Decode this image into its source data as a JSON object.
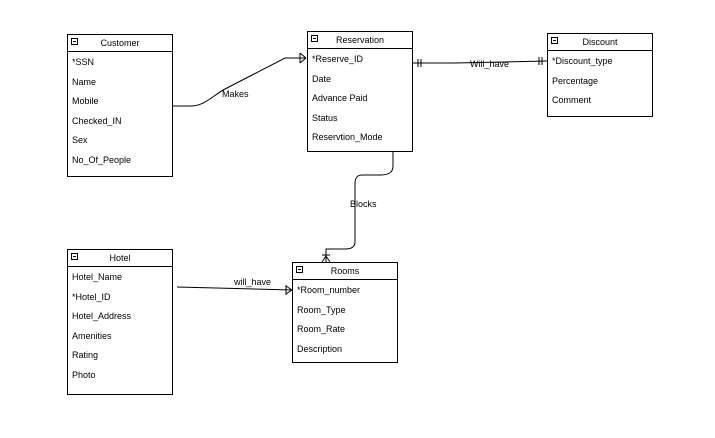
{
  "entities": {
    "customer": {
      "title": "Customer",
      "attributes": [
        "*SSN",
        "Name",
        "Mobile",
        "Checked_IN",
        "Sex",
        "No_Of_People"
      ]
    },
    "reservation": {
      "title": "Reservation",
      "attributes": [
        "*Reserve_ID",
        "Date",
        "Advance Paid",
        "Status",
        "Reservtion_Mode"
      ]
    },
    "discount": {
      "title": "Discount",
      "attributes": [
        "*Discount_type",
        "Percentage",
        "Comment"
      ]
    },
    "hotel": {
      "title": "Hotel",
      "attributes": [
        "Hotel_Name",
        "*Hotel_ID",
        "Hotel_Address",
        "Amenities",
        "Rating",
        "Photo"
      ]
    },
    "rooms": {
      "title": "Rooms",
      "attributes": [
        "*Room_number",
        "Room_Type",
        "Room_Rate",
        "Description"
      ]
    }
  },
  "relationships": {
    "makes": "Makes",
    "will_have_discount": "Will_have",
    "blocks": "Blocks",
    "will_have_rooms": "will_have"
  },
  "colors": {
    "line": "#000000",
    "background": "#ffffff"
  }
}
